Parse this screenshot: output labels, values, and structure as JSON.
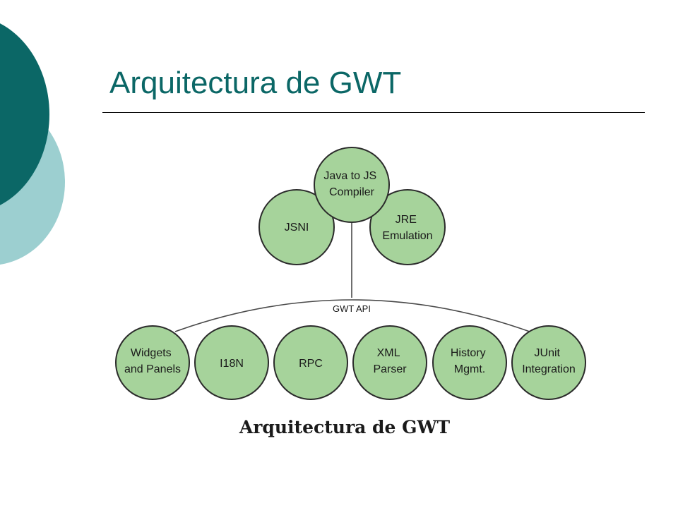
{
  "slide": {
    "title": "Arquitectura de GWT"
  },
  "diagram": {
    "top_nodes": [
      {
        "id": "jsni",
        "lines": [
          "JSNI"
        ]
      },
      {
        "id": "java-to-js-compiler",
        "lines": [
          "Java to JS",
          "Compiler"
        ]
      },
      {
        "id": "jre-emulation",
        "lines": [
          "JRE",
          "Emulation"
        ]
      }
    ],
    "api_label": "GWT API",
    "bottom_nodes": [
      {
        "id": "widgets-and-panels",
        "lines": [
          "Widgets",
          "and Panels"
        ]
      },
      {
        "id": "i18n",
        "lines": [
          "I18N"
        ]
      },
      {
        "id": "rpc",
        "lines": [
          "RPC"
        ]
      },
      {
        "id": "xml-parser",
        "lines": [
          "XML",
          "Parser"
        ]
      },
      {
        "id": "history-mgmt",
        "lines": [
          "History",
          "Mgmt."
        ]
      },
      {
        "id": "junit-integration",
        "lines": [
          "JUnit",
          "Integration"
        ]
      }
    ],
    "caption": "Arquitectura de GWT"
  },
  "colors": {
    "accent_dark": "#0b6766",
    "accent_light": "#9ccfd0",
    "node_fill": "#a6d39b"
  }
}
